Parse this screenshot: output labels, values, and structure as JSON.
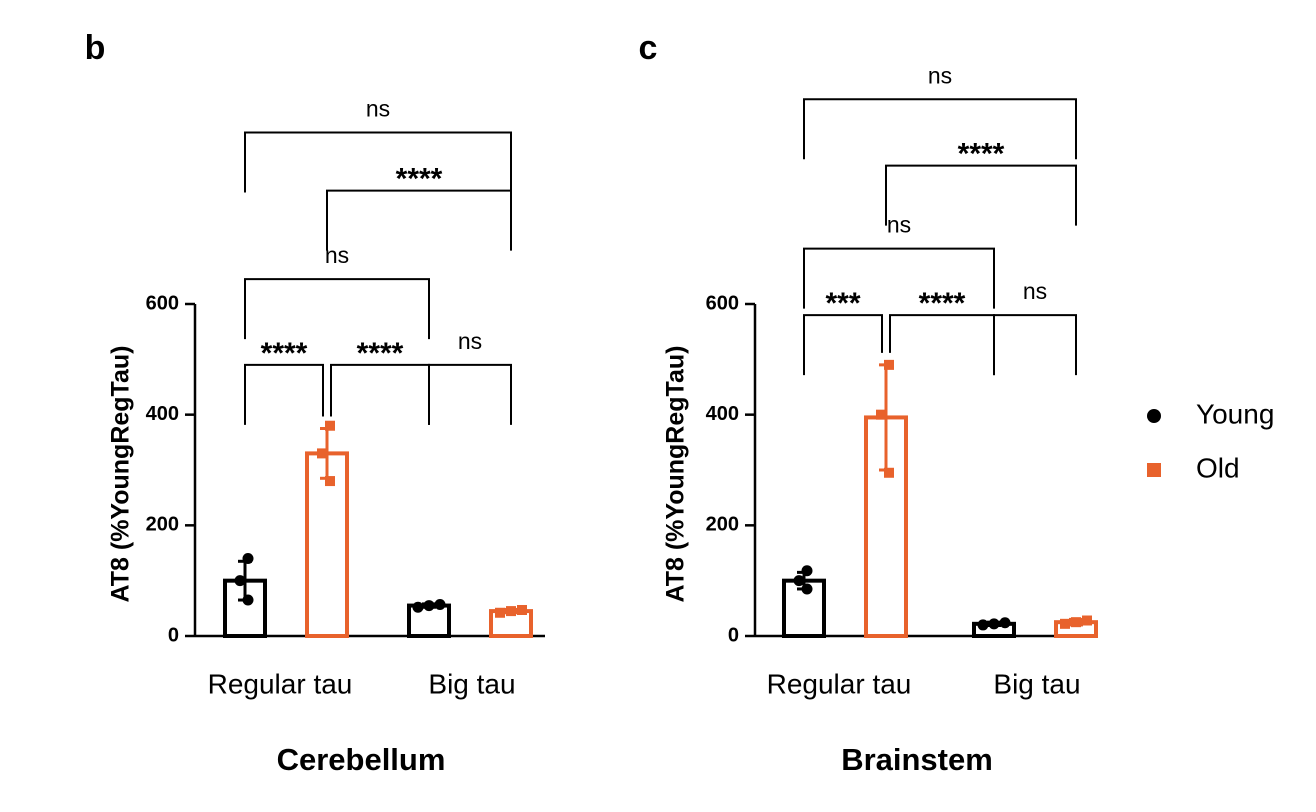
{
  "colors": {
    "young": "#000000",
    "old": "#e8622c",
    "axis": "#000000"
  },
  "legend": {
    "items": [
      {
        "label": "Young",
        "marker": "circle",
        "color": "#000000"
      },
      {
        "label": "Old",
        "marker": "square",
        "color": "#e8622c"
      }
    ]
  },
  "chart_data": [
    {
      "panel_label": "b",
      "type": "bar",
      "title": "Cerebellum",
      "ylabel": "AT8 (%YoungRegTau)",
      "xlabel": "",
      "ylim": [
        0,
        600
      ],
      "yticks": [
        0,
        200,
        400,
        600
      ],
      "categories": [
        "Regular tau",
        "Big tau"
      ],
      "series": [
        {
          "name": "Young",
          "values": [
            100,
            55
          ],
          "sd": [
            35,
            3
          ],
          "points": [
            [
              140,
              100,
              65
            ],
            [
              52,
              55,
              57
            ]
          ]
        },
        {
          "name": "Old",
          "values": [
            330,
            45
          ],
          "sd": [
            45,
            3
          ],
          "points": [
            [
              380,
              330,
              280
            ],
            [
              42,
              45,
              47
            ]
          ]
        }
      ],
      "comparisons": [
        {
          "label": "****",
          "from": [
            0,
            0
          ],
          "to": [
            0,
            1
          ],
          "height": 490
        },
        {
          "label": "****",
          "from": [
            0,
            1
          ],
          "to": [
            1,
            0
          ],
          "height": 490
        },
        {
          "label": "ns",
          "from": [
            1,
            0
          ],
          "to": [
            1,
            1
          ],
          "height": 490
        },
        {
          "label": "ns",
          "from": [
            0,
            0
          ],
          "to": [
            1,
            0
          ],
          "height": 645
        },
        {
          "label": "****",
          "from": [
            0,
            1
          ],
          "to": [
            1,
            1
          ],
          "height": 805
        },
        {
          "label": "ns",
          "from": [
            0,
            0
          ],
          "to": [
            1,
            1
          ],
          "height": 910
        }
      ]
    },
    {
      "panel_label": "c",
      "type": "bar",
      "title": "Brainstem",
      "ylabel": "AT8 (%YoungRegTau)",
      "xlabel": "",
      "ylim": [
        0,
        600
      ],
      "yticks": [
        0,
        200,
        400,
        600
      ],
      "categories": [
        "Regular tau",
        "Big tau"
      ],
      "series": [
        {
          "name": "Young",
          "values": [
            100,
            22
          ],
          "sd": [
            15,
            3
          ],
          "points": [
            [
              118,
              100,
              85
            ],
            [
              20,
              22,
              24
            ]
          ]
        },
        {
          "name": "Old",
          "values": [
            395,
            25
          ],
          "sd": [
            95,
            5
          ],
          "points": [
            [
              490,
              400,
              295
            ],
            [
              22,
              25,
              28
            ]
          ]
        }
      ],
      "comparisons": [
        {
          "label": "***",
          "from": [
            0,
            0
          ],
          "to": [
            0,
            1
          ],
          "height": 580
        },
        {
          "label": "****",
          "from": [
            0,
            1
          ],
          "to": [
            1,
            0
          ],
          "height": 580
        },
        {
          "label": "ns",
          "from": [
            1,
            0
          ],
          "to": [
            1,
            1
          ],
          "height": 580
        },
        {
          "label": "ns",
          "from": [
            0,
            0
          ],
          "to": [
            1,
            0
          ],
          "height": 700
        },
        {
          "label": "****",
          "from": [
            0,
            1
          ],
          "to": [
            1,
            1
          ],
          "height": 850
        },
        {
          "label": "ns",
          "from": [
            0,
            0
          ],
          "to": [
            1,
            1
          ],
          "height": 970
        }
      ]
    }
  ]
}
